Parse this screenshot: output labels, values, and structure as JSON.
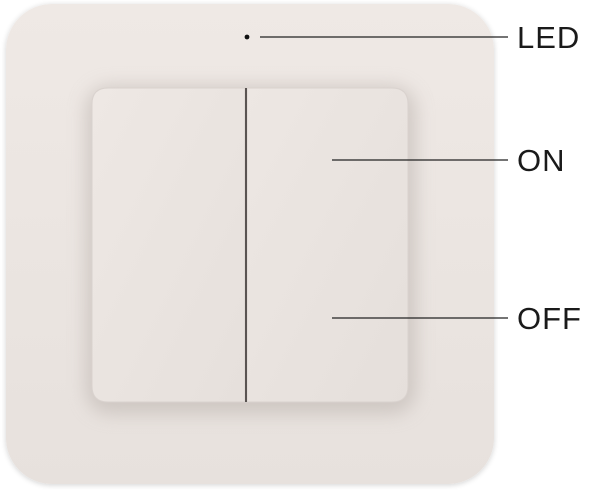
{
  "diagram": {
    "callouts": {
      "led": "LED",
      "on": "ON",
      "off": "OFF"
    },
    "colors": {
      "plate": "#ece6e2",
      "rocker": "#ebe5e1",
      "line": "#222222",
      "label": "#1a1a1a"
    }
  }
}
